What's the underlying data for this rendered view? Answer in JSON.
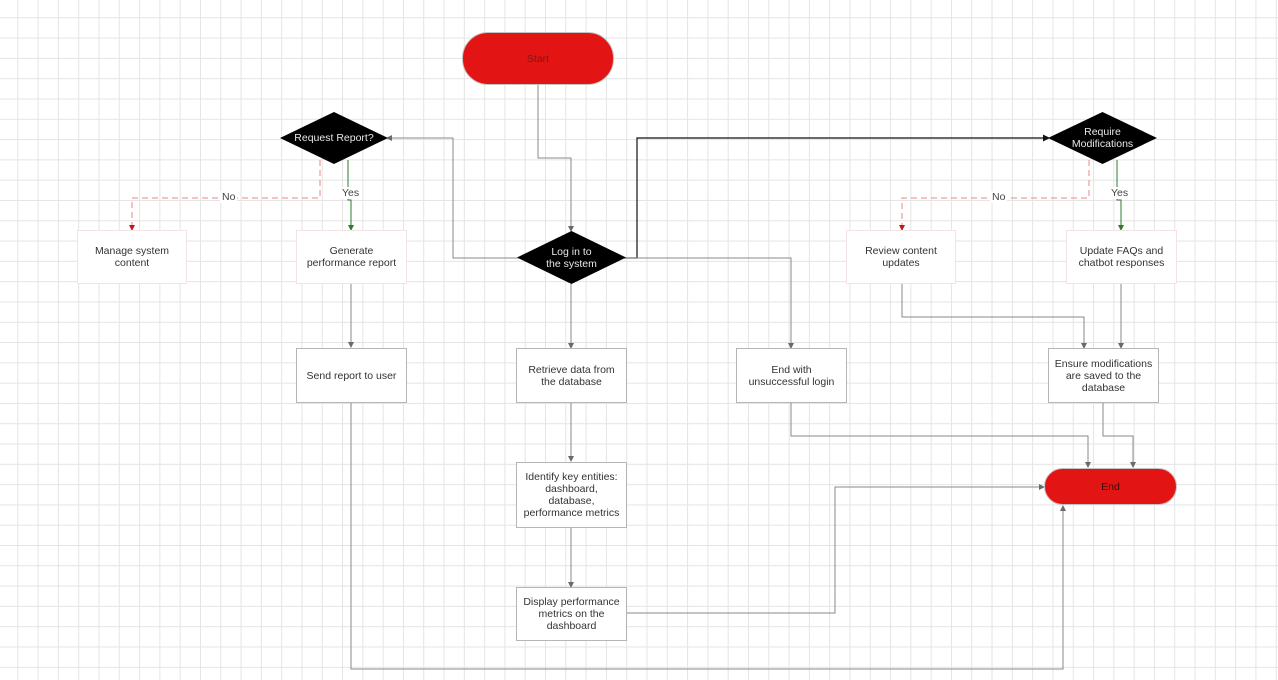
{
  "colors": {
    "terminal_fill": "#e31414",
    "decision_fill": "#000000",
    "yes_line": "#2d7d2d",
    "no_line": "#e88a8a",
    "connector": "#8a8a8a"
  },
  "nodes": {
    "start": "Start",
    "end": "End",
    "login": "Log in to the system",
    "request_report": "Request Report?",
    "require_modifications": "Require Modifications",
    "manage_content": "Manage system content",
    "generate_report": "Generate performance report",
    "send_report": "Send report to user",
    "retrieve_data": "Retrieve data from the database",
    "identify_entities": "Identify key entities: dashboard, database, performance metrics",
    "display_metrics": "Display performance metrics on the dashboard",
    "unsuccessful_login": "End with unsuccessful login",
    "review_updates": "Review content updates",
    "update_faqs": "Update FAQs and chatbot responses",
    "ensure_saved": "Ensure modifications are saved to the database"
  },
  "edge_labels": {
    "left_no": "No",
    "left_yes": "Yes",
    "right_no": "No",
    "right_yes": "Yes"
  }
}
